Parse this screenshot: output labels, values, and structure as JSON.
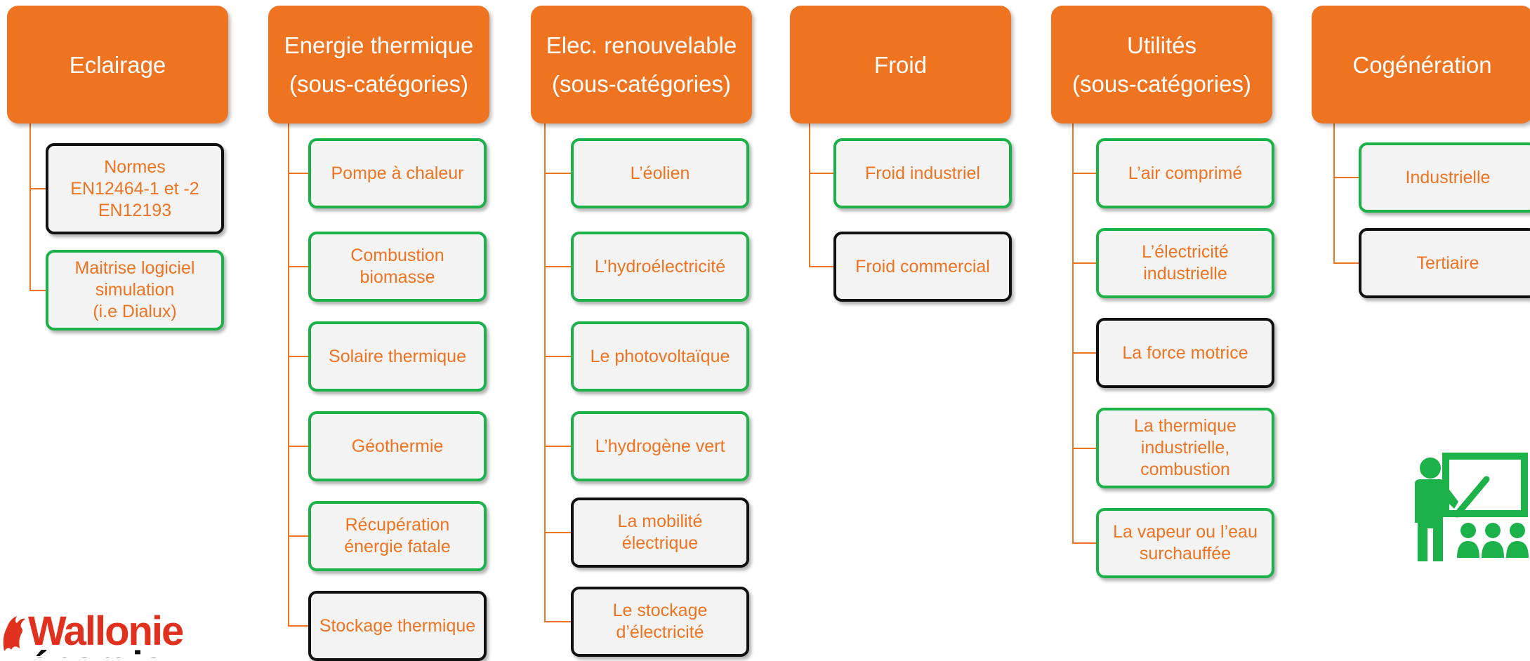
{
  "colors": {
    "header_fill": "#ef7422",
    "connector": "#ef7422",
    "item_text": "#ef7422",
    "item_fill": "#f3f3f3",
    "border_green": "#1db249",
    "border_black": "#111111",
    "icon_green": "#1db249",
    "logo_red": "#e0301e"
  },
  "columns": [
    {
      "id": "eclairage",
      "header": [
        "Eclairage"
      ],
      "items": [
        {
          "lines": [
            "Normes",
            "EN12464-1 et -2",
            "EN12193"
          ],
          "border": "black"
        },
        {
          "lines": [
            "Maitrise logiciel",
            "simulation",
            "(i.e Dialux)"
          ],
          "border": "green"
        }
      ]
    },
    {
      "id": "energie-thermique",
      "header": [
        "Energie thermique",
        "(sous-catégories)"
      ],
      "items": [
        {
          "lines": [
            "Pompe à chaleur"
          ],
          "border": "green"
        },
        {
          "lines": [
            "Combustion",
            "biomasse"
          ],
          "border": "green"
        },
        {
          "lines": [
            "Solaire thermique"
          ],
          "border": "green"
        },
        {
          "lines": [
            "Géothermie"
          ],
          "border": "green"
        },
        {
          "lines": [
            "Récupération",
            "énergie fatale"
          ],
          "border": "green"
        },
        {
          "lines": [
            "Stockage thermique"
          ],
          "border": "black"
        }
      ]
    },
    {
      "id": "elec-renouvelable",
      "header": [
        "Elec. renouvelable",
        "(sous-catégories)"
      ],
      "items": [
        {
          "lines": [
            "L’éolien"
          ],
          "border": "green"
        },
        {
          "lines": [
            "L’hydroélectricité"
          ],
          "border": "green"
        },
        {
          "lines": [
            "Le photovoltaïque"
          ],
          "border": "green"
        },
        {
          "lines": [
            "L’hydrogène vert"
          ],
          "border": "green"
        },
        {
          "lines": [
            "La mobilité",
            "électrique"
          ],
          "border": "black"
        },
        {
          "lines": [
            "Le stockage",
            "d’électricité"
          ],
          "border": "black"
        }
      ]
    },
    {
      "id": "froid",
      "header": [
        "Froid"
      ],
      "items": [
        {
          "lines": [
            "Froid industriel"
          ],
          "border": "green"
        },
        {
          "lines": [
            "Froid commercial"
          ],
          "border": "black"
        }
      ]
    },
    {
      "id": "utilites",
      "header": [
        "Utilités",
        "(sous-catégories)"
      ],
      "items": [
        {
          "lines": [
            "L’air comprimé"
          ],
          "border": "green"
        },
        {
          "lines": [
            "L’électricité",
            "industrielle"
          ],
          "border": "green"
        },
        {
          "lines": [
            "La force motrice"
          ],
          "border": "black"
        },
        {
          "lines": [
            "La thermique",
            "industrielle,",
            "combustion"
          ],
          "border": "green"
        },
        {
          "lines": [
            "La vapeur ou l’eau",
            "surchauffée"
          ],
          "border": "green"
        }
      ]
    },
    {
      "id": "cogeneration",
      "header": [
        "Cogénération"
      ],
      "items": [
        {
          "lines": [
            "Industrielle"
          ],
          "border": "green"
        },
        {
          "lines": [
            "Tertiaire"
          ],
          "border": "black"
        }
      ]
    }
  ],
  "logo": {
    "line1": "Wallonie",
    "line2": "énergie"
  },
  "icons": {
    "teacher": "teacher-presentation-icon",
    "logo_mark": "rooster-logo-icon"
  }
}
